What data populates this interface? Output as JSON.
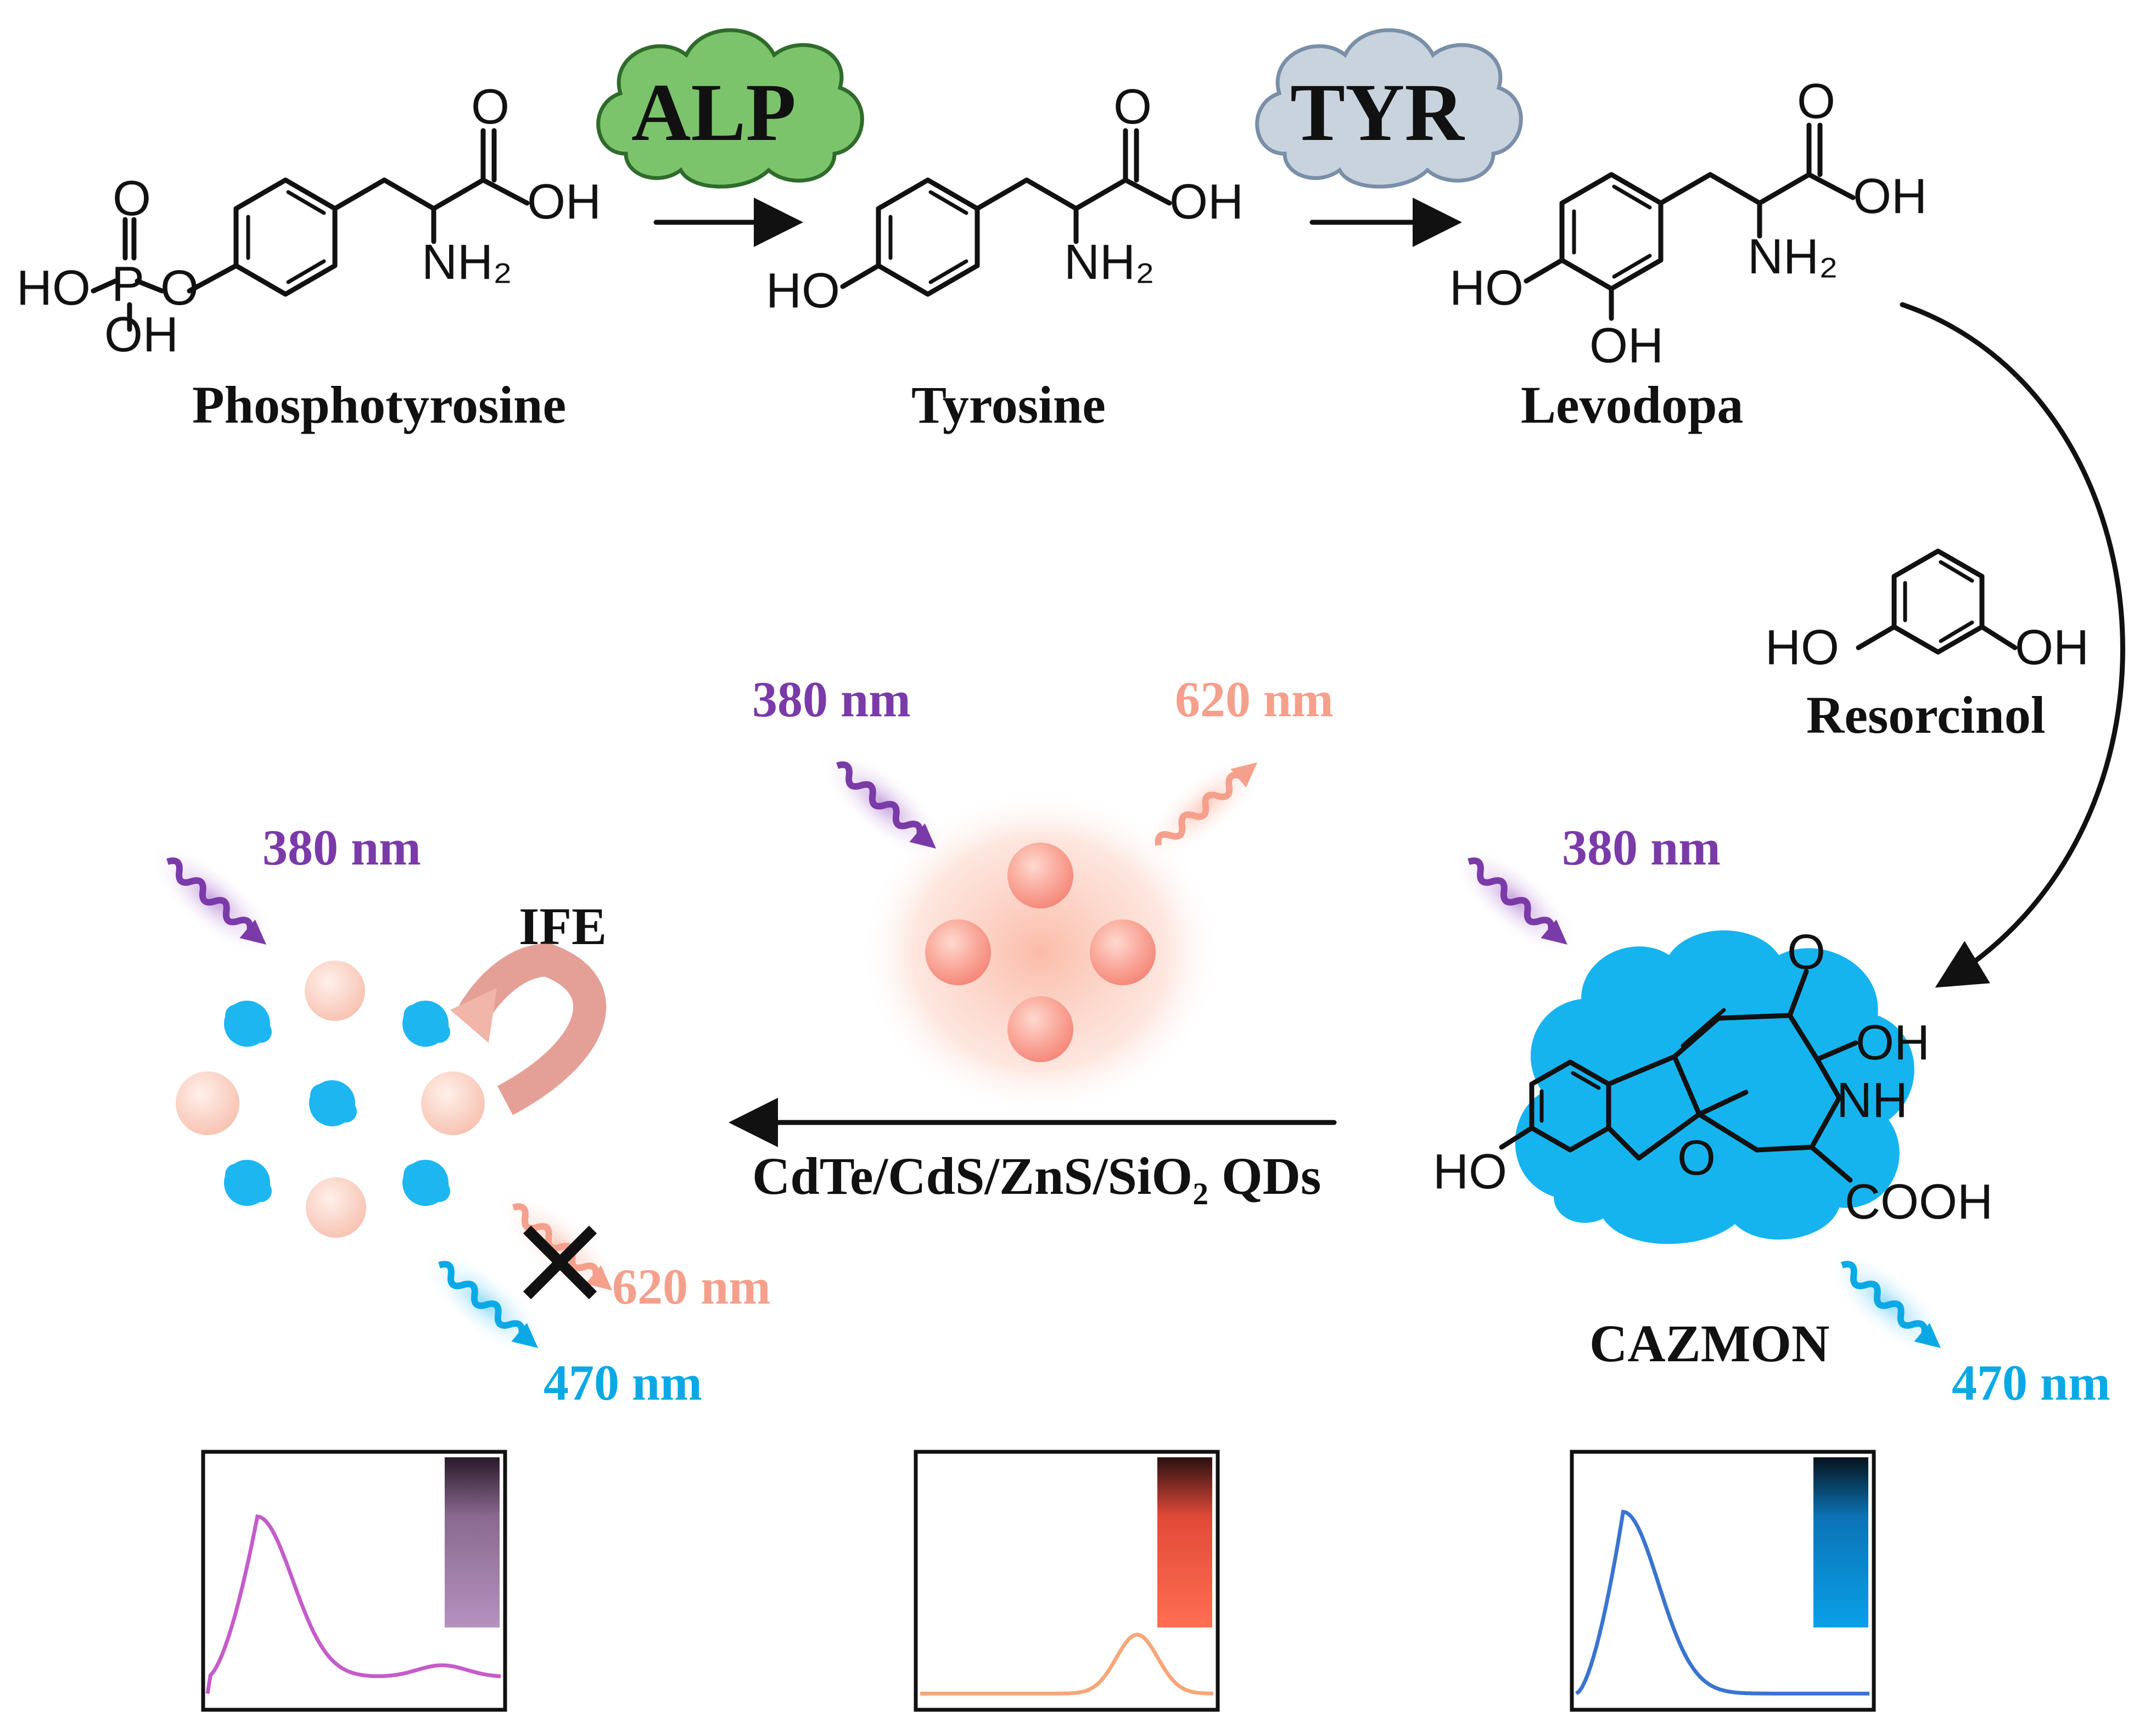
{
  "reaction": {
    "compounds": {
      "phosphotyrosine": "Phosphotyrosine",
      "tyrosine": "Tyrosine",
      "levodopa": "Levodopa",
      "resorcinol": "Resorcinol",
      "cazmon": "CAZMON"
    },
    "enzymes": {
      "alp": "ALP",
      "tyr": "TYR"
    },
    "groups": {
      "o": "O",
      "oh": "OH",
      "ho": "HO",
      "p": "P",
      "nh2": "NH₂",
      "nh": "NH",
      "cooh": "COOH"
    },
    "reagent": "CdTe/CdS/ZnS/SiO₂ QDs",
    "mechanism": "IFE"
  },
  "wavelengths": {
    "excitation": "380 nm",
    "qd_emission": "620 nm",
    "cazmon_emission": "470 nm"
  },
  "colors": {
    "purple": "#7a3aa8",
    "salmon": "#f5a08c",
    "blue": "#0aa9e6",
    "alp_cloud": "#7cc46c",
    "tyr_cloud": "#c9d3de",
    "spectrum_ife": "#c55cc8",
    "spectrum_qd": "#f6a77a",
    "spectrum_cazmon": "#3a74d0"
  },
  "spectra": [
    {
      "panel": "ife",
      "peak_x": 0.17,
      "peak_y": 0.8,
      "tail": 0.12
    },
    {
      "panel": "qd",
      "peak_x": 0.74,
      "peak_y": 0.3,
      "tail": 0.05
    },
    {
      "panel": "cazmon",
      "peak_x": 0.16,
      "peak_y": 0.82,
      "tail": 0.05
    }
  ]
}
